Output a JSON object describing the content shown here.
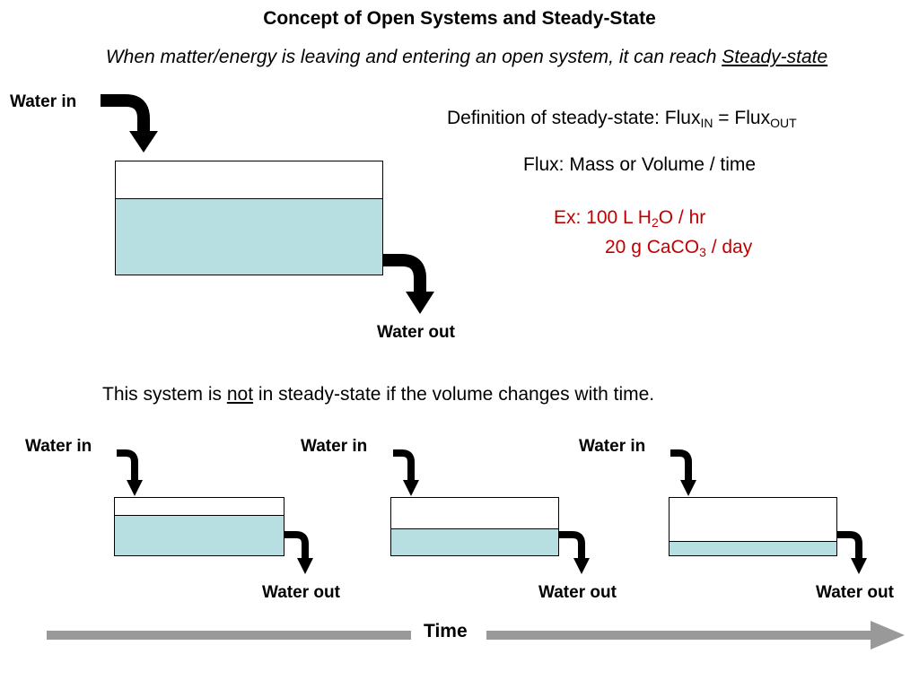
{
  "title": "Concept of Open Systems and Steady-State",
  "subtitle": {
    "text": "When matter/energy is leaving and entering an open system, it can reach ",
    "underlined": "Steady-state"
  },
  "labels": {
    "water_in": "Water in",
    "water_out": "Water out"
  },
  "definition": {
    "prefix": "Definition of steady-state:  Flux",
    "sub_in": "IN",
    "equals": " = Flux",
    "sub_out": "OUT"
  },
  "flux": "Flux:  Mass or Volume / time",
  "examples": {
    "ex1_prefix": "Ex:  100 L H",
    "ex1_sub": "2",
    "ex1_suffix": "O / hr",
    "ex2_prefix": "20 g CaCO",
    "ex2_sub": "3",
    "ex2_suffix": " / day"
  },
  "statement": {
    "before": "This system is ",
    "underlined": "not",
    "after": " in steady-state if the volume changes with time."
  },
  "time_label": "Time",
  "colors": {
    "water": "#b7dfe1",
    "example_text": "#c00000",
    "time_arrow": "#999999"
  },
  "tanks": {
    "main_fill": 0.67,
    "sequence_fill": [
      0.69,
      0.46,
      0.23
    ]
  }
}
